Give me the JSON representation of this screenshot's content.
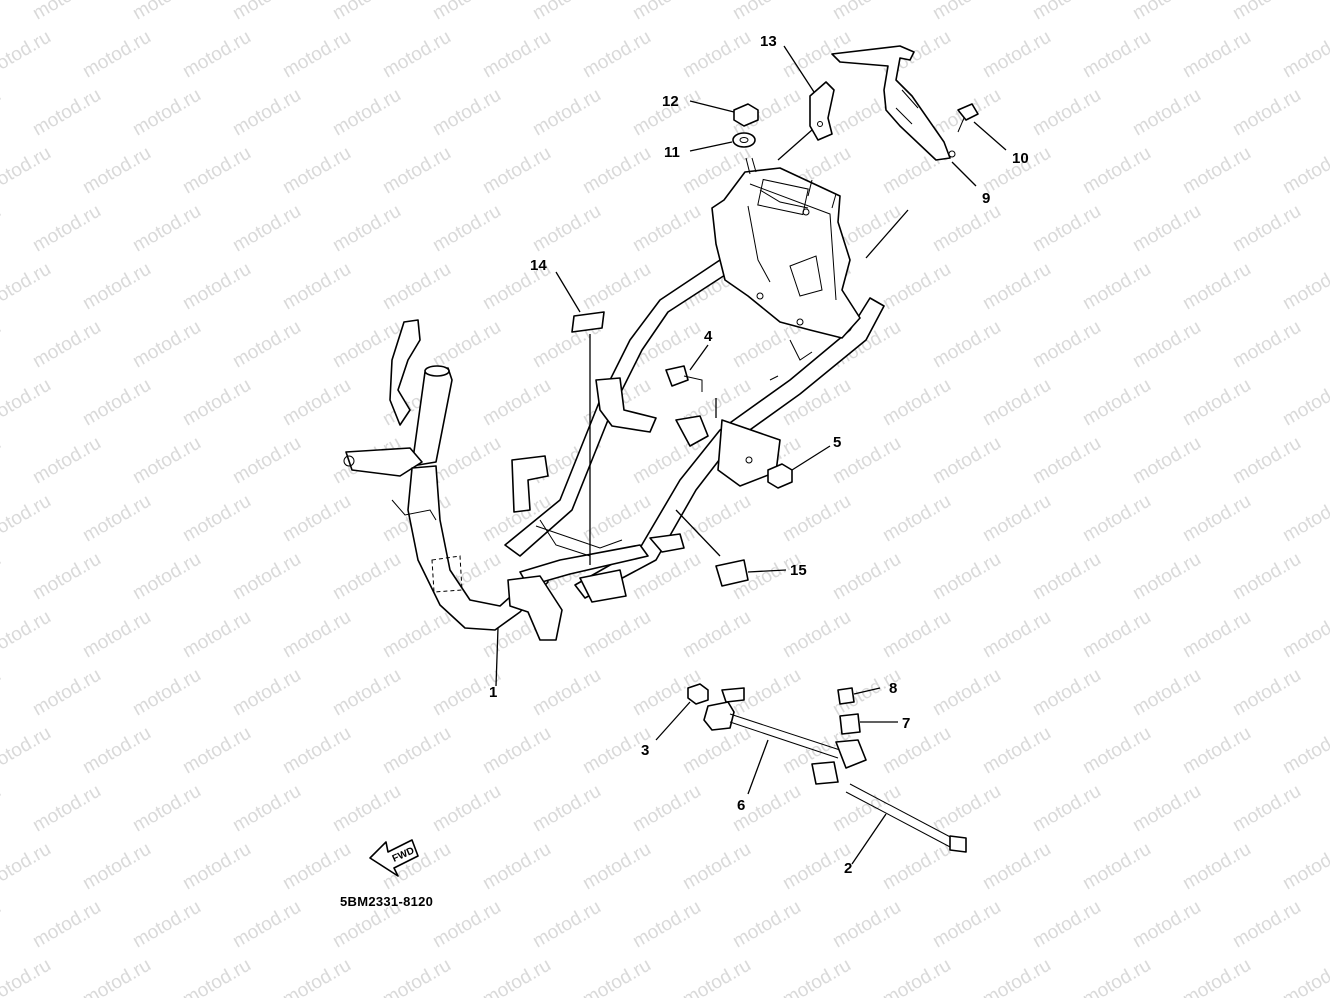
{
  "watermark": {
    "text": "motod.ru"
  },
  "callouts": [
    "1",
    "2",
    "3",
    "4",
    "5",
    "6",
    "7",
    "8",
    "9",
    "10",
    "11",
    "12",
    "13",
    "14",
    "15"
  ],
  "fwd_label": "FWD",
  "part_code": "5BM2331-8120",
  "icons": [
    "fwd-arrow-icon"
  ]
}
